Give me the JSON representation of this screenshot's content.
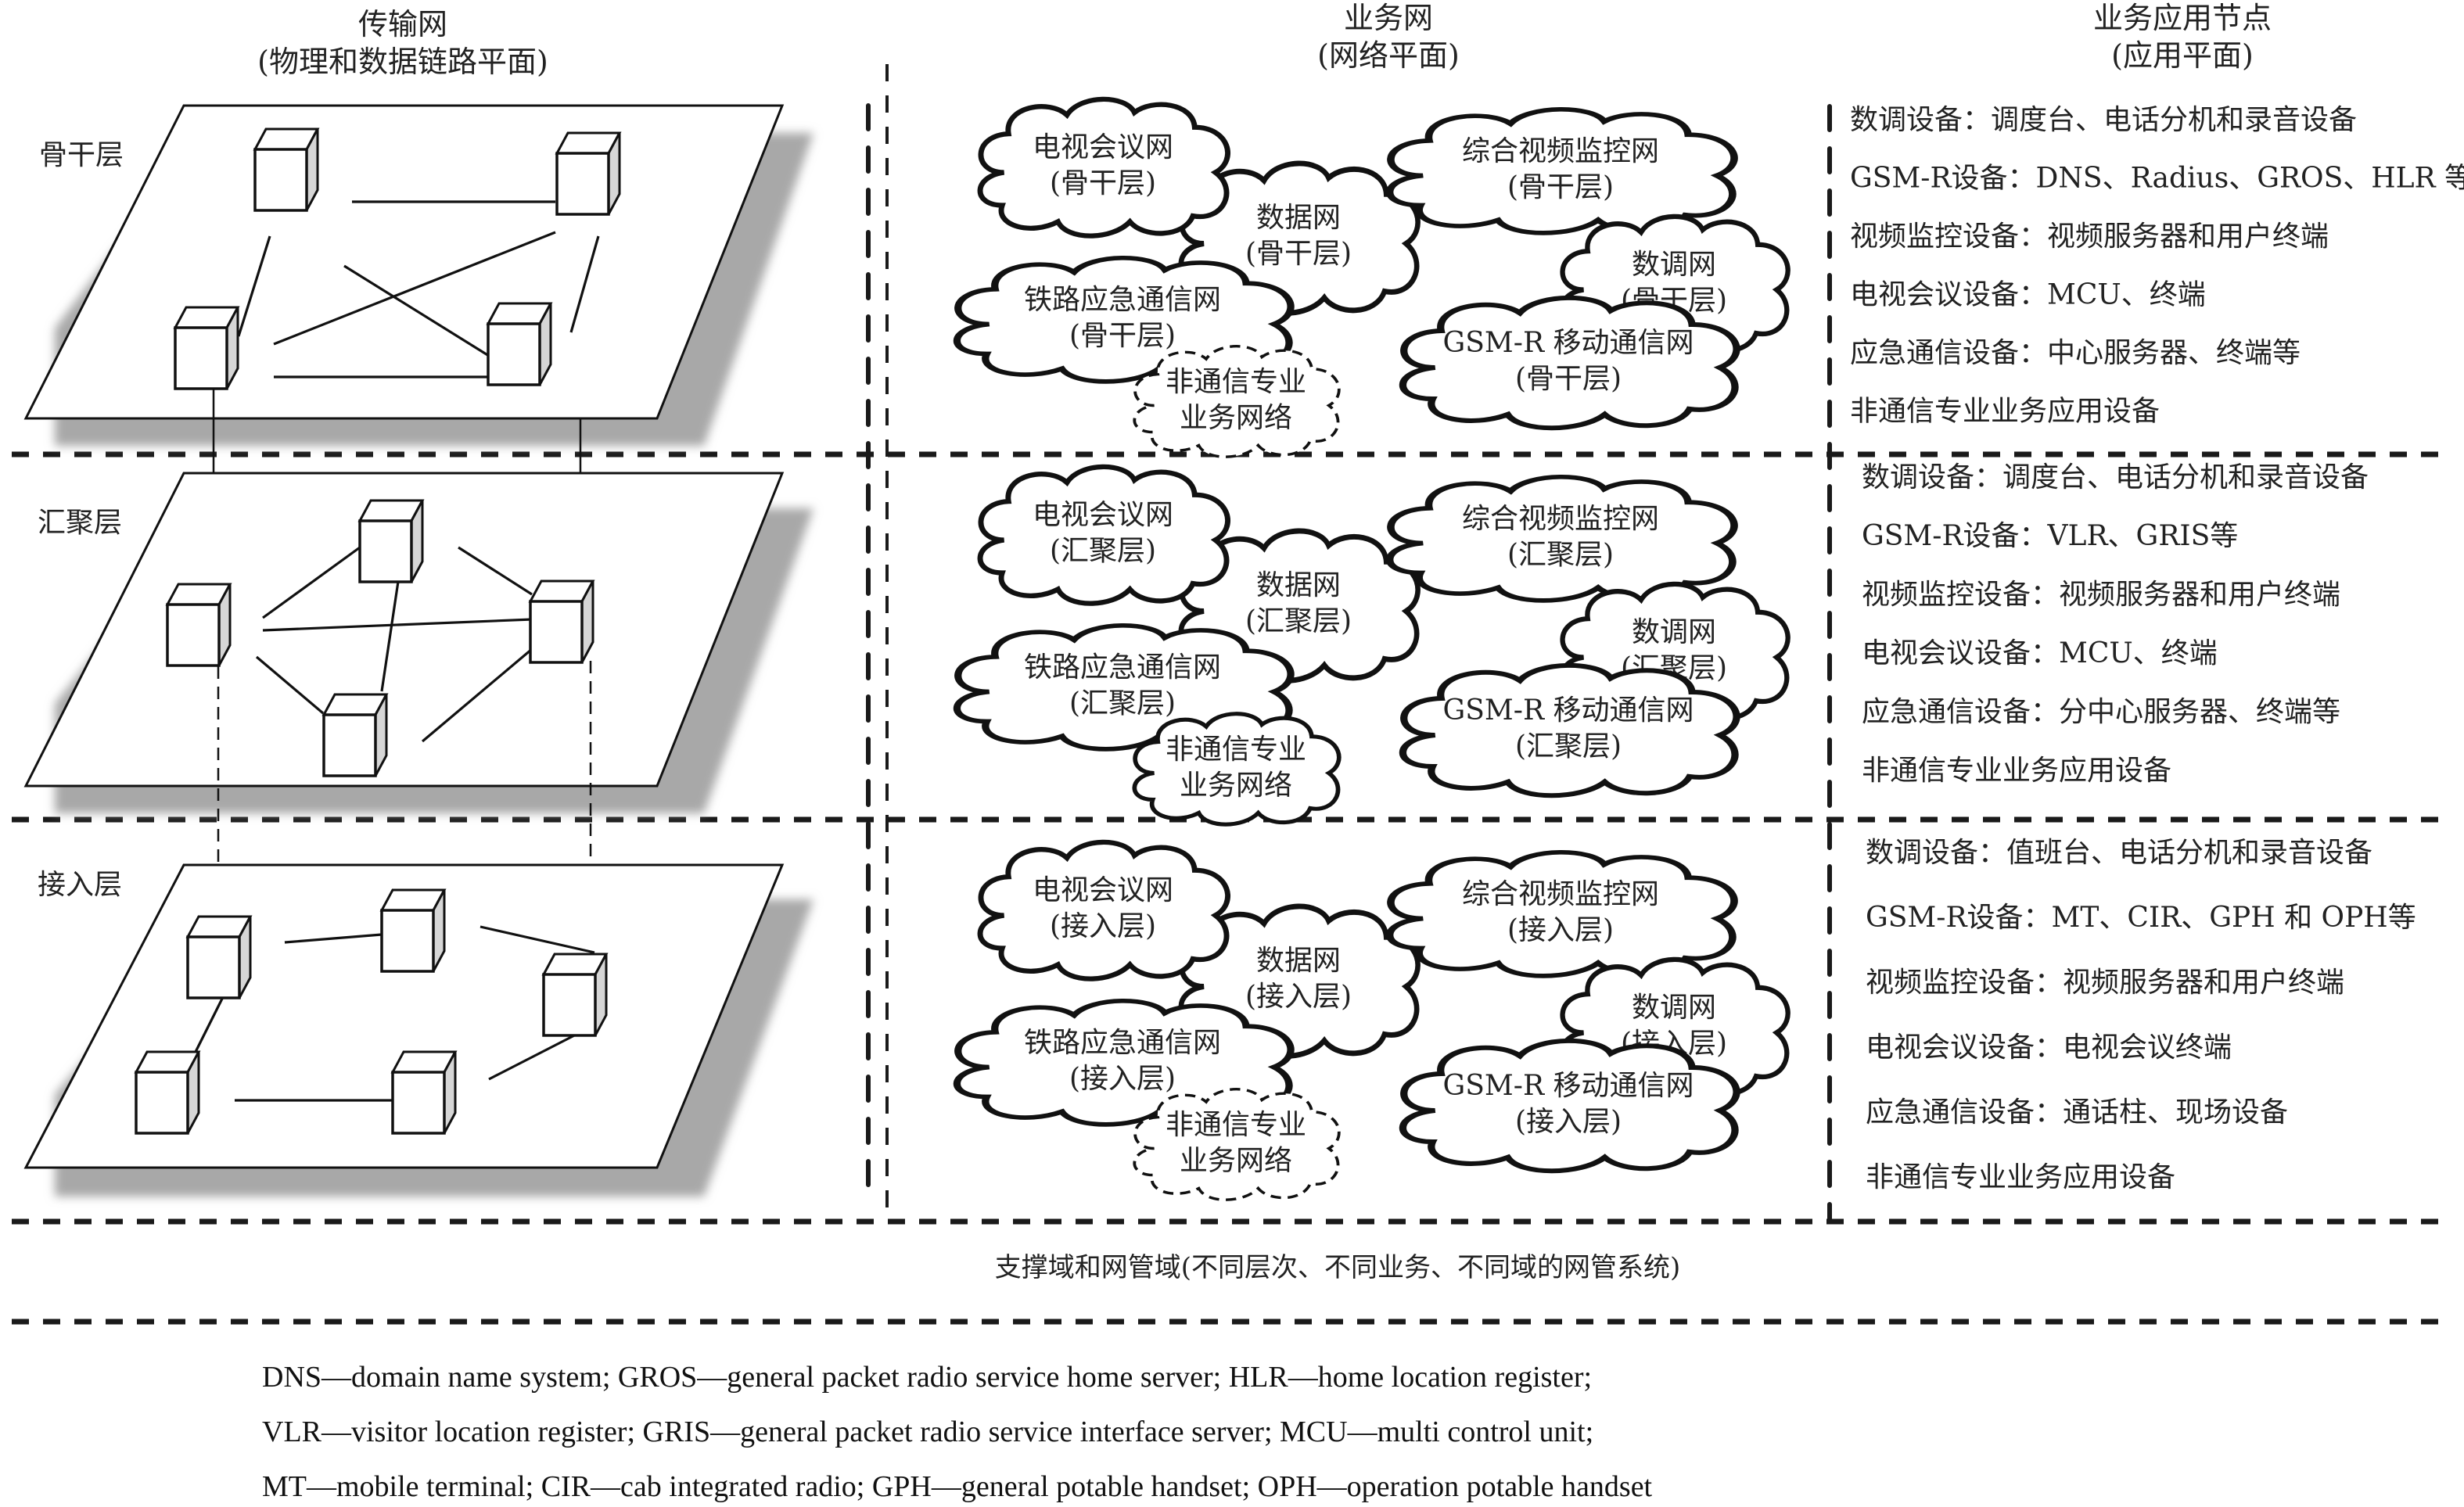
{
  "headers": {
    "transport": {
      "title": "传输网",
      "subtitle": "(物理和数据链路平面)"
    },
    "service": {
      "title": "业务网",
      "subtitle": "(网络平面)"
    },
    "application": {
      "title": "业务应用节点",
      "subtitle": "(应用平面)"
    }
  },
  "layers": [
    {
      "name": "骨干层",
      "clouds": {
        "tv": [
          "电视会议网",
          "(骨干层)"
        ],
        "video": [
          "综合视频监控网",
          "(骨干层)"
        ],
        "data": [
          "数据网",
          "(骨干层)"
        ],
        "dispatch": [
          "数调网",
          "(骨干层)"
        ],
        "emergency": [
          "铁路应急通信网",
          "(骨干层)"
        ],
        "gsmr": [
          "GSM-R 移动通信网",
          "(骨干层)"
        ],
        "noncomm": [
          "非通信专业",
          "业务网络"
        ]
      },
      "apps": [
        "数调设备：调度台、电话分机和录音设备",
        "GSM-R设备：DNS、Radius、GROS、HLR 等",
        "视频监控设备：视频服务器和用户终端",
        "电视会议设备：MCU、终端",
        "应急通信设备：中心服务器、终端等",
        "非通信专业业务应用设备"
      ]
    },
    {
      "name": "汇聚层",
      "clouds": {
        "tv": [
          "电视会议网",
          "(汇聚层)"
        ],
        "video": [
          "综合视频监控网",
          "(汇聚层)"
        ],
        "data": [
          "数据网",
          "(汇聚层)"
        ],
        "dispatch": [
          "数调网",
          "(汇聚层)"
        ],
        "emergency": [
          "铁路应急通信网",
          "(汇聚层)"
        ],
        "gsmr": [
          "GSM-R 移动通信网",
          "(汇聚层)"
        ],
        "noncomm": [
          "非通信专业",
          "业务网络"
        ]
      },
      "apps": [
        "数调设备：调度台、电话分机和录音设备",
        "GSM-R设备：VLR、GRIS等",
        "视频监控设备：视频服务器和用户终端",
        "电视会议设备：MCU、终端",
        "应急通信设备：分中心服务器、终端等",
        "非通信专业业务应用设备"
      ]
    },
    {
      "name": "接入层",
      "clouds": {
        "tv": [
          "电视会议网",
          "(接入层)"
        ],
        "video": [
          "综合视频监控网",
          "(接入层)"
        ],
        "data": [
          "数据网",
          "(接入层)"
        ],
        "dispatch": [
          "数调网",
          "(接入层)"
        ],
        "emergency": [
          "铁路应急通信网",
          "(接入层)"
        ],
        "gsmr": [
          "GSM-R 移动通信网",
          "(接入层)"
        ],
        "noncomm": [
          "非通信专业",
          "业务网络"
        ]
      },
      "apps": [
        "数调设备：值班台、电话分机和录音设备",
        "GSM-R设备：MT、CIR、GPH 和 OPH等",
        "视频监控设备：视频服务器和用户终端",
        "电视会议设备：电视会议终端",
        "应急通信设备：通话柱、现场设备",
        "非通信专业业务应用设备"
      ]
    }
  ],
  "support_domain": "支撑域和网管域(不同层次、不同业务、不同域的网管系统)",
  "footnotes": [
    "DNS—domain name system; GROS—general packet radio service home server; HLR—home location register;",
    "VLR—visitor location register; GRIS—general packet radio service interface server; MCU—multi control unit;",
    "MT—mobile terminal; CIR—cab integrated radio; GPH—general potable handset; OPH—operation potable handset"
  ]
}
